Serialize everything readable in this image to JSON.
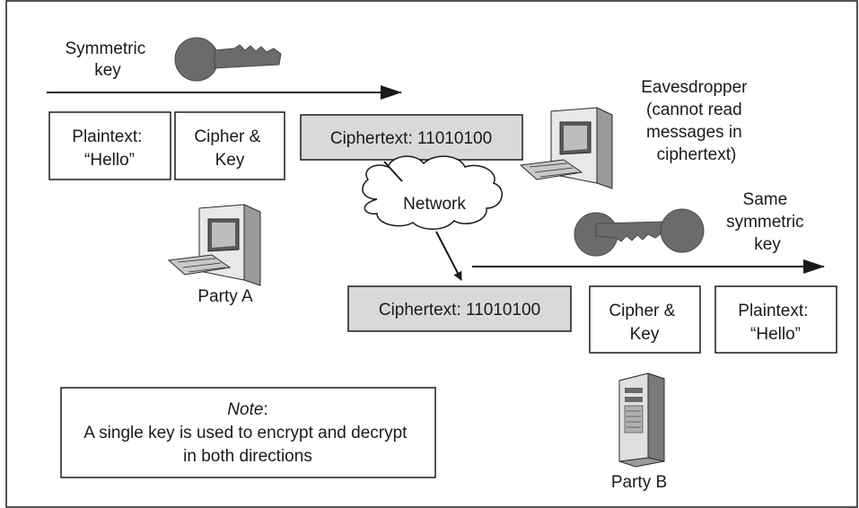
{
  "labels": {
    "symmetric_key": [
      "Symmetric",
      "key"
    ],
    "same_symmetric_key": [
      "Same",
      "symmetric",
      "key"
    ],
    "eavesdropper": [
      "Eavesdropper",
      "(cannot read",
      "messages in",
      "ciphertext)"
    ],
    "network": "Network",
    "party_a": "Party A",
    "party_b": "Party B"
  },
  "boxes": {
    "plaintext_a": [
      "Plaintext:",
      "“Hello”"
    ],
    "cipher_key_a": [
      "Cipher &",
      "Key"
    ],
    "ciphertext_a": "Ciphertext: 11010100",
    "ciphertext_b": "Ciphertext: 11010100",
    "cipher_key_b": [
      "Cipher &",
      "Key"
    ],
    "plaintext_b": [
      "Plaintext:",
      "“Hello”"
    ]
  },
  "note": {
    "title": "Note",
    "title_suffix": ":",
    "lines": [
      "A single key is used to encrypt and decrypt",
      "in both directions"
    ]
  },
  "colors": {
    "outline": "#1a1a1a",
    "ciphertext_fill": "#d9d9d9",
    "key_fill": "#6b6b6b",
    "computer_gray": "#8a8a8a"
  }
}
